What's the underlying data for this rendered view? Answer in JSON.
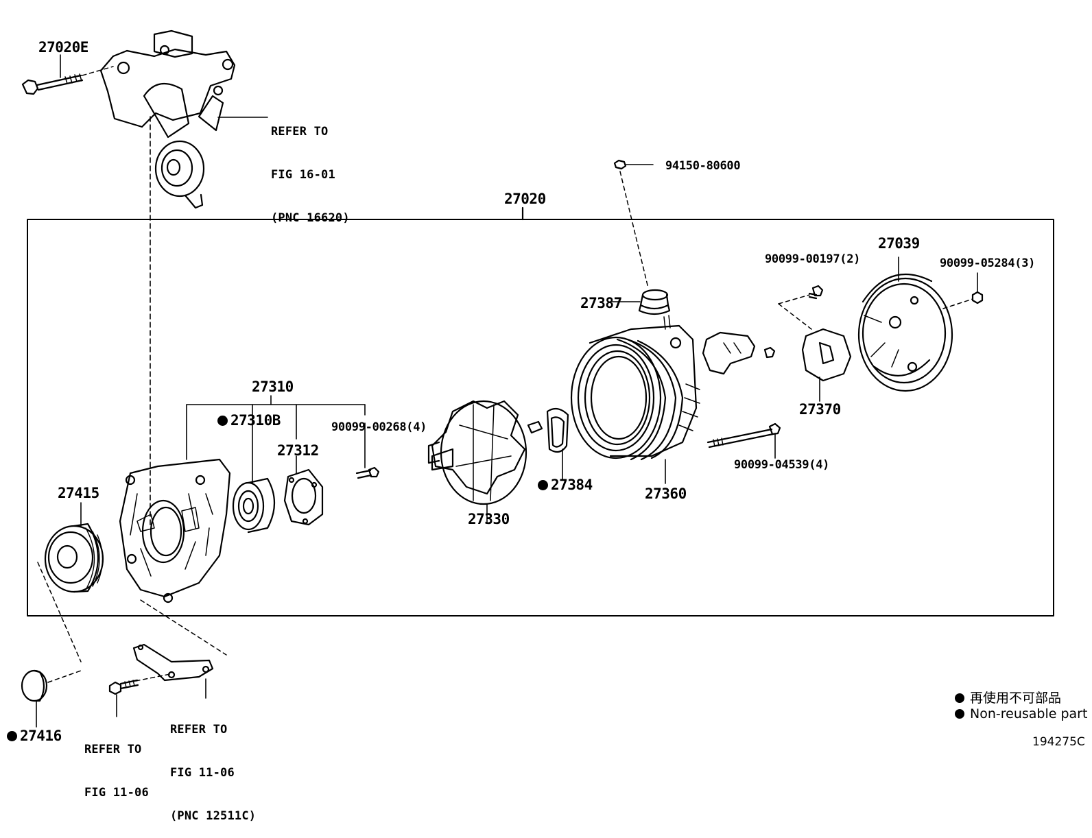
{
  "labels": {
    "p27020E": "27020E",
    "p27020": "27020",
    "p94150": "94150-80600",
    "p27387": "27387",
    "p90099_00197": "90099-00197(2)",
    "p27039": "27039",
    "p90099_05284": "90099-05284(3)",
    "p27370": "27370",
    "p27310": "27310",
    "p27310B": "27310B",
    "p27312": "27312",
    "p90099_00268": "90099-00268(4)",
    "p27384": "27384",
    "p27360": "27360",
    "p90099_04539": "90099-04539(4)",
    "p27330": "27330",
    "p27415": "27415",
    "p27416": "27416"
  },
  "refs": {
    "ref_16_01": [
      "REFER TO",
      "FIG 16-01",
      "(PNC 16620)"
    ],
    "ref_11_06_a": [
      "REFER TO",
      "FIG 11-06"
    ],
    "ref_11_06_b": [
      "REFER TO",
      "FIG 11-06",
      "(PNC 12511C)"
    ]
  },
  "legend": {
    "jp": "再使用不可部品",
    "en": "Non-reusable part"
  },
  "figure_id": "194275C"
}
